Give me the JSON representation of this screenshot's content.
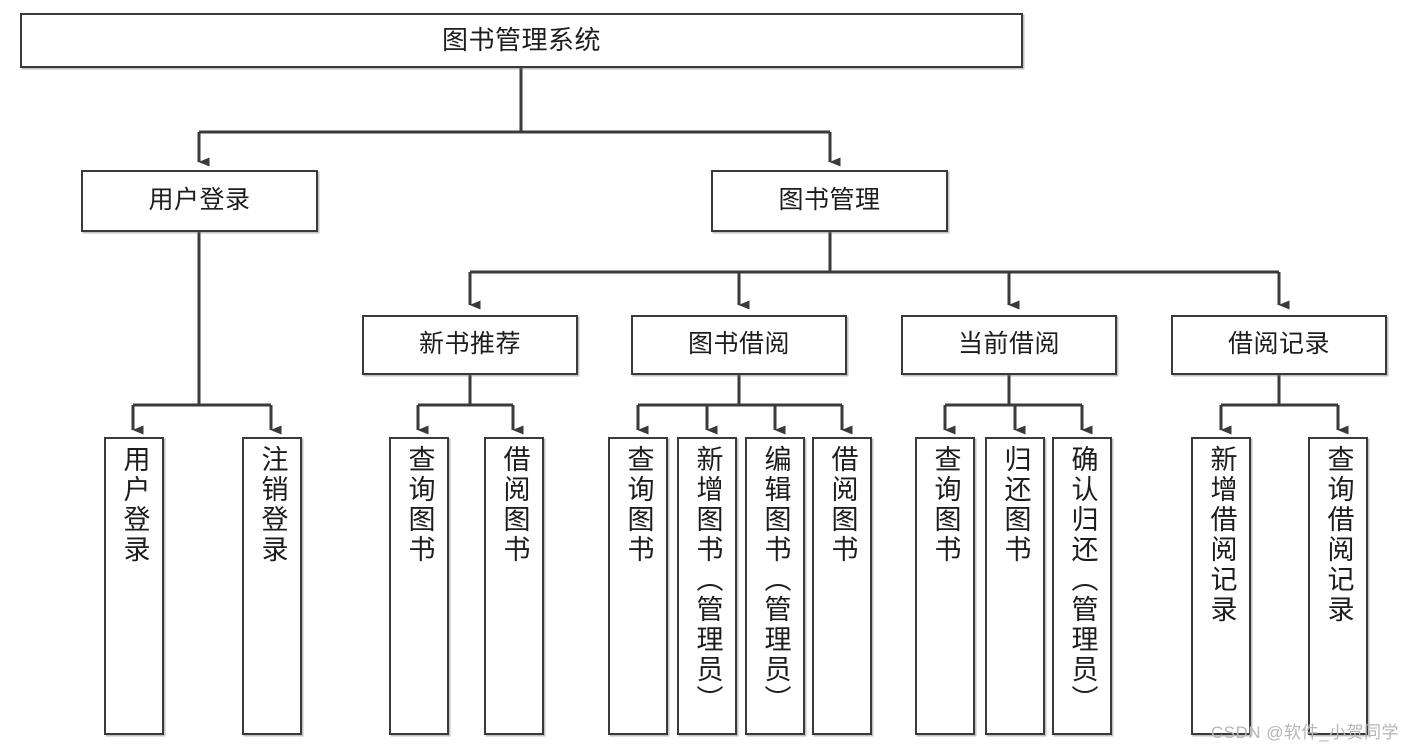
{
  "diagram": {
    "title": "图书管理系统",
    "type": "tree-hierarchy-diagram",
    "orientation": "top-down",
    "colors": {
      "box_border": "#3a3a3a",
      "box_fill": "#ffffff",
      "connector": "#3a3a3a",
      "text": "#1d1d1d",
      "watermark": "#b6b6b6",
      "background": "#ffffff"
    }
  },
  "root": {
    "label": "图书管理系统"
  },
  "level2": [
    {
      "label": "用户登录"
    },
    {
      "label": "图书管理"
    }
  ],
  "level3": [
    {
      "label": "新书推荐"
    },
    {
      "label": "图书借阅"
    },
    {
      "label": "当前借阅"
    },
    {
      "label": "借阅记录"
    }
  ],
  "leaves": {
    "user_login": [
      {
        "label": "用户登录"
      },
      {
        "label": "注销登录"
      }
    ],
    "new_book_recommend": [
      {
        "label": "查询图书"
      },
      {
        "label": "借阅图书"
      }
    ],
    "book_borrow": [
      {
        "label": "查询图书"
      },
      {
        "label": "新增图书（管理员）"
      },
      {
        "label": "编辑图书（管理员）"
      },
      {
        "label": "借阅图书"
      }
    ],
    "current_borrow": [
      {
        "label": "查询图书"
      },
      {
        "label": "归还图书"
      },
      {
        "label": "确认归还（管理员）"
      }
    ],
    "borrow_record": [
      {
        "label": "新增借阅记录"
      },
      {
        "label": "查询借阅记录"
      }
    ]
  },
  "watermark": {
    "text": "CSDN @软件_小贺同学"
  }
}
